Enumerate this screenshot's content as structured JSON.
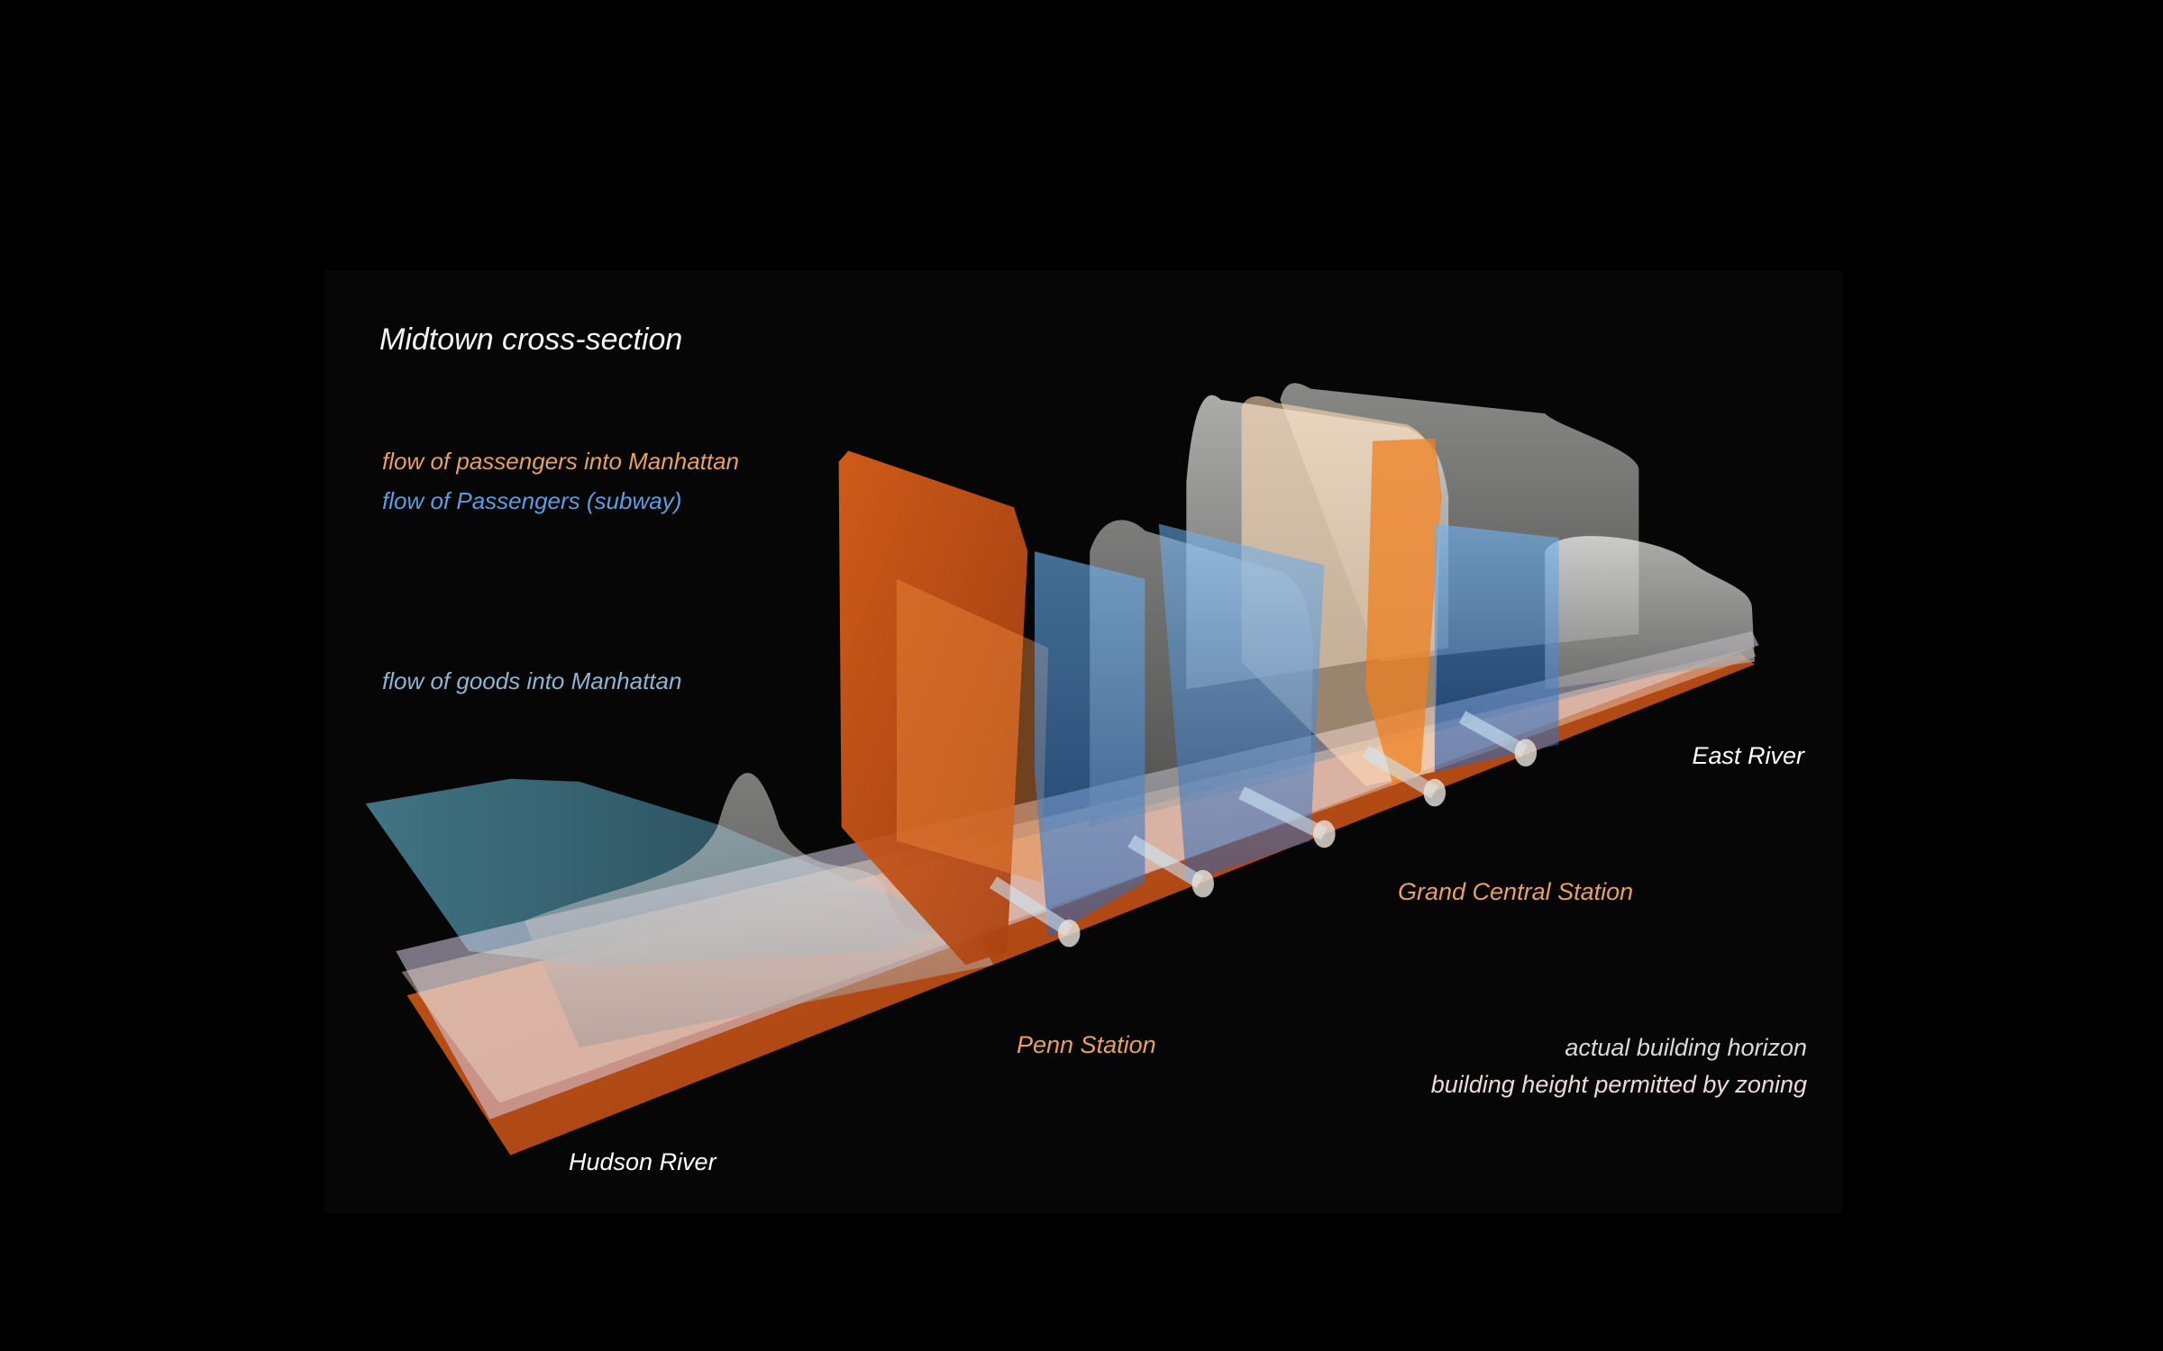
{
  "title": "Midtown cross-section",
  "legend": {
    "passengers": "flow of passengers into Manhattan",
    "subway": "flow of Passengers (subway)",
    "goods": "flow of goods into Manhattan",
    "actual_horizon": "actual building horizon",
    "zoning_height": "building height permitted by zoning"
  },
  "places": {
    "hudson": "Hudson River",
    "east": "East River",
    "penn": "Penn Station",
    "grand_central": "Grand Central Station"
  },
  "colors": {
    "passengers": "#e8873a",
    "subway": "#5a9ee0",
    "goods": "#8fb4cf",
    "actual_horizon": "#d9d9d9",
    "zoning_height": "#eadbd8",
    "places_white": "#ffffff",
    "stations": "#e9a05c"
  }
}
